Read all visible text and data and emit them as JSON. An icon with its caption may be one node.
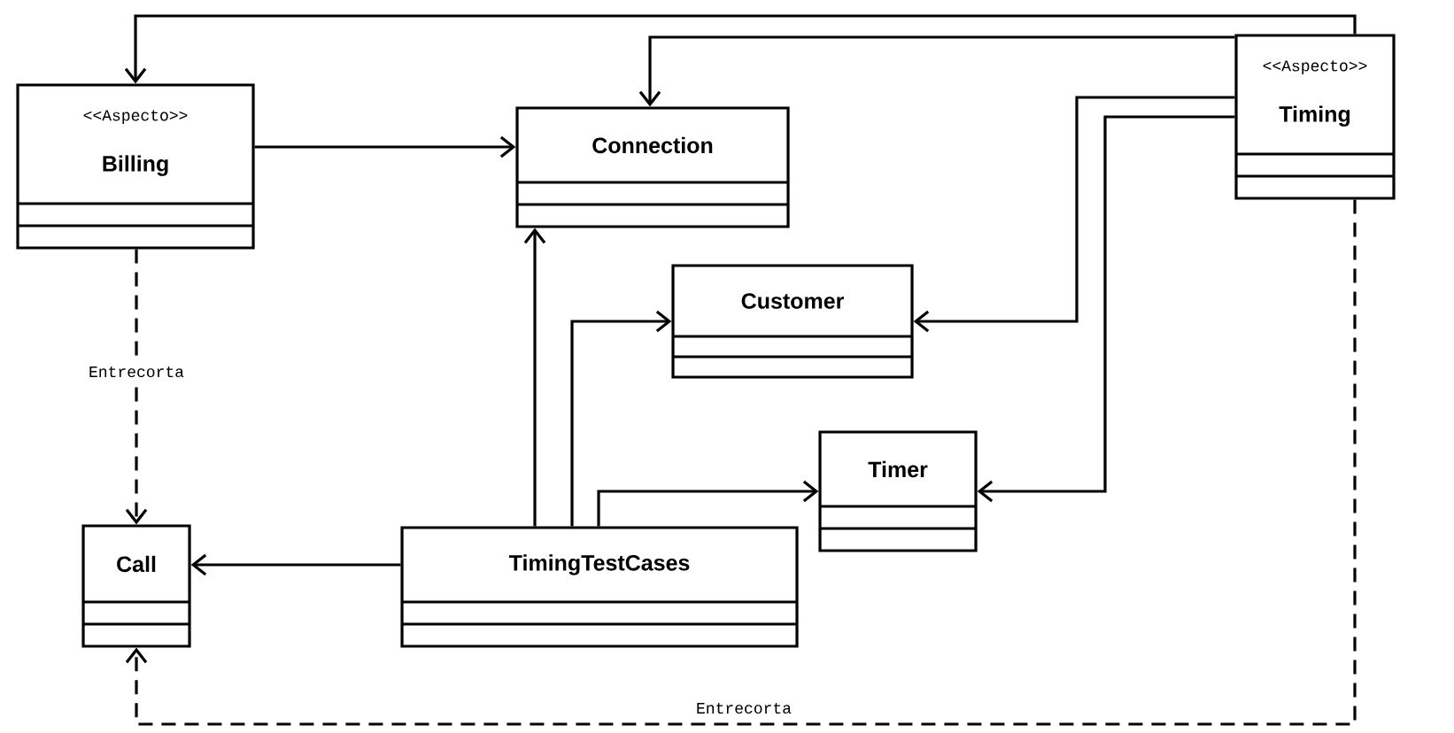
{
  "diagram": {
    "nodes": [
      {
        "text": [
          "<<Aspecto>>",
          "Billing"
        ]
      },
      {
        "text": [
          "Connection"
        ]
      },
      {
        "text": [
          "<<Aspecto>>",
          "Timing"
        ]
      },
      {
        "text": [
          "Customer"
        ]
      },
      {
        "text": [
          "Timer"
        ]
      },
      {
        "text": [
          "Call"
        ]
      },
      {
        "text": [
          "TimingTestCases"
        ]
      }
    ],
    "edges": [
      {
        "from": 2,
        "to": 0,
        "arrow": "to"
      },
      {
        "from": 2,
        "to": 1,
        "arrow": "to"
      },
      {
        "from": 0,
        "to": 1,
        "arrow": "to"
      },
      {
        "from": 2,
        "to": 3,
        "arrow": "to"
      },
      {
        "from": 2,
        "to": 4,
        "arrow": "to"
      },
      {
        "from": 0,
        "to": 5,
        "arrow": "to",
        "style": "dashed",
        "label": "Entrecorta"
      },
      {
        "from": 2,
        "to": 5,
        "arrow": "to",
        "style": "dashed",
        "label": "Entrecorta"
      },
      {
        "from": 6,
        "to": 5,
        "arrow": "to"
      },
      {
        "from": 6,
        "to": 1,
        "arrow": "to"
      },
      {
        "from": 6,
        "to": 3,
        "arrow": "to"
      },
      {
        "from": 6,
        "to": 4,
        "arrow": "to"
      }
    ]
  }
}
